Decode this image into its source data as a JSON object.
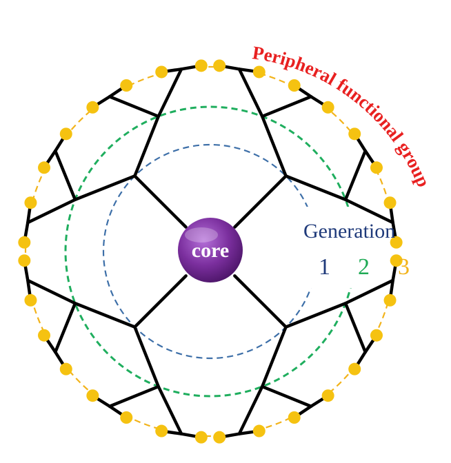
{
  "core": {
    "label": "core",
    "color": "#7b2f9e"
  },
  "peripheral_label": "Peripheral functional group",
  "generation": {
    "title": "Generation",
    "levels": [
      {
        "label": "1",
        "color": "#1f3a7a"
      },
      {
        "label": "2",
        "color": "#1faa55"
      },
      {
        "label": "3",
        "color": "#f2b31b"
      }
    ]
  },
  "colors": {
    "branch": "#000000",
    "end_group": "#f5c211",
    "ring_1": "#3d6fa8",
    "ring_2": "#1fae5e",
    "ring_3": "#f2b31b",
    "peripheral_text": "#e82020",
    "generation_title": "#1f3a7a"
  },
  "structure": {
    "branches_from_core": 4,
    "split_per_generation": 2,
    "generations": 3
  }
}
